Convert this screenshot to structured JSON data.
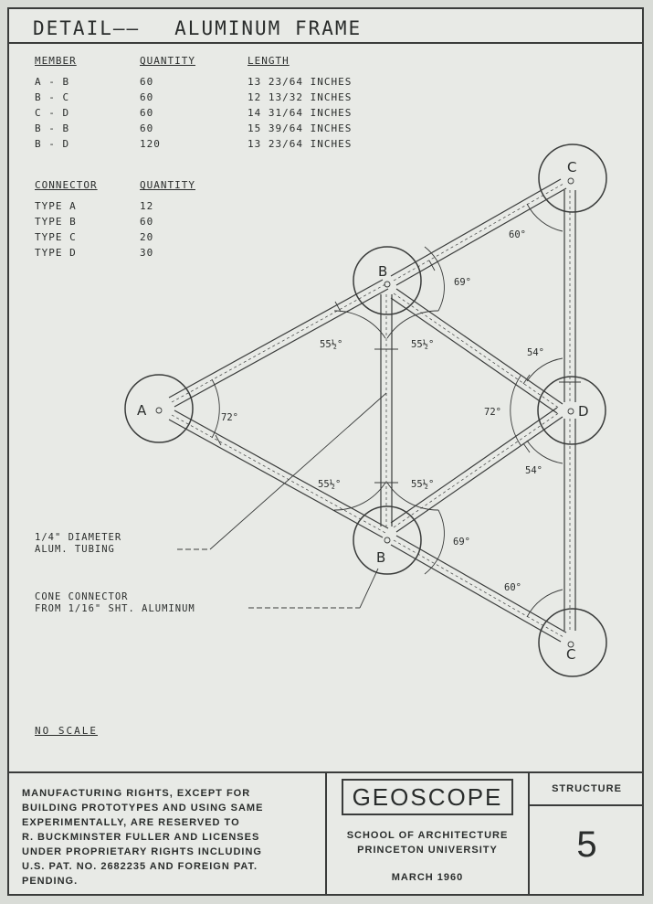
{
  "title": {
    "a": "DETAIL",
    "dash": "——",
    "b": "ALUMINUM FRAME"
  },
  "members_table": {
    "headers": [
      "MEMBER",
      "QUANTITY",
      "LENGTH"
    ],
    "rows": [
      [
        "A - B",
        "60",
        "13 23/64 INCHES"
      ],
      [
        "B - C",
        "60",
        "12 13/32 INCHES"
      ],
      [
        "C - D",
        "60",
        "14 31/64 INCHES"
      ],
      [
        "B - B",
        "60",
        "15 39/64 INCHES"
      ],
      [
        "B - D",
        "120",
        "13 23/64 INCHES"
      ]
    ]
  },
  "connectors_table": {
    "headers": [
      "CONNECTOR",
      "QUANTITY"
    ],
    "rows": [
      [
        "TYPE A",
        "12"
      ],
      [
        "TYPE B",
        "60"
      ],
      [
        "TYPE C",
        "20"
      ],
      [
        "TYPE D",
        "30"
      ]
    ]
  },
  "nodes": {
    "a": "A",
    "b_top": "B",
    "b_bottom": "B",
    "c_top": "C",
    "c_bottom": "C",
    "d": "D"
  },
  "angles": {
    "a": "72°",
    "b_top_left": "55½°",
    "b_top_right": "55½°",
    "b_top_outer": "69°",
    "c_top": "60°",
    "d_top": "54°",
    "d_left": "72°",
    "d_bottom": "54°",
    "b_bot_left": "55½°",
    "b_bot_right": "55½°",
    "b_bot_outer": "69°",
    "c_bottom": "60°"
  },
  "callouts": {
    "tubing_1": "1/4\" DIAMETER",
    "tubing_2": "ALUM. TUBING",
    "cone_1": "CONE CONNECTOR",
    "cone_2": "FROM 1/16\" SHT. ALUMINUM"
  },
  "no_scale": "NO SCALE",
  "footer": {
    "rights": [
      "MANUFACTURING RIGHTS, EXCEPT FOR",
      "BUILDING PROTOTYPES AND USING SAME",
      "EXPERIMENTALLY, ARE RESERVED TO",
      "R. BUCKMINSTER FULLER AND LICENSES",
      "UNDER PROPRIETARY RIGHTS INCLUDING",
      "U.S. PAT. NO. 2682235 AND FOREIGN PAT.",
      "PENDING."
    ],
    "project": "GEOSCOPE",
    "school_1": "SCHOOL OF ARCHITECTURE",
    "school_2": "PRINCETON UNIVERSITY",
    "date": "MARCH 1960",
    "section": "STRUCTURE",
    "sheet_number": "5"
  }
}
